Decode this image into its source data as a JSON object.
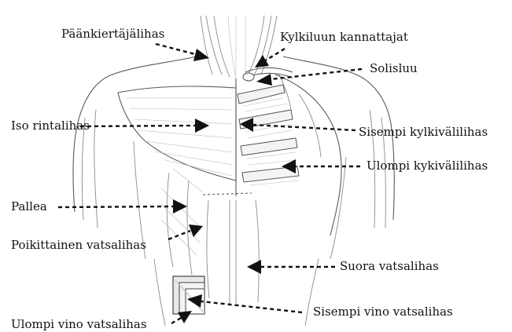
{
  "labels": {
    "paankiertajalihas": "Päänkiertäjälihas",
    "kylkiluun_kannattajat": "Kylkiluun kannattajat",
    "solisluu": "Solisluu",
    "iso_rintalihas": "Iso rintalihas",
    "sisempi_kylkivalilihas": "Sisempi kylkivälilihas",
    "ulompi_kykivalilihas": "Ulompi kykivälilihas",
    "pallea": "Pallea",
    "poikittainen_vatsalihas": "Poikittainen vatsalihas",
    "suora_vatsalihas": "Suora vatsalihas",
    "sisempi_vino_vatsalihas": "Sisempi vino vatsalihas",
    "ulompi_vino_vatsalihas": "Ulompi vino vatsalihas"
  },
  "colors": {
    "ink": "#111111",
    "muscle_line": "#8a8a8a",
    "background": "#ffffff"
  }
}
